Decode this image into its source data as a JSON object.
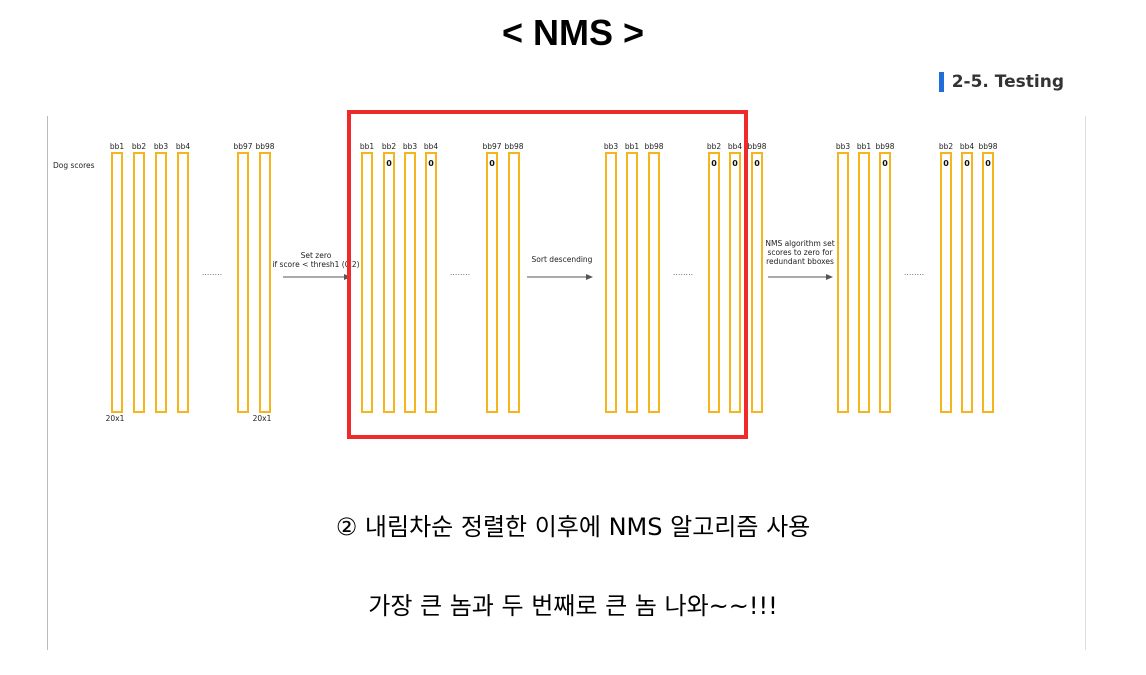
{
  "title": "< NMS >",
  "section": {
    "label": "2-5. Testing"
  },
  "diagram": {
    "row_label": "Dog scores",
    "groups": [
      {
        "labels": [
          "bb1",
          "bb2",
          "bb3",
          "bb4",
          "bb97",
          "bb98"
        ],
        "zeros": [
          false,
          false,
          false,
          false,
          false,
          false
        ],
        "bottom_labels": [
          "20x1",
          "20x1"
        ]
      },
      {
        "labels": [
          "bb1",
          "bb2",
          "bb3",
          "bb4",
          "bb97",
          "bb98"
        ],
        "zeros": [
          false,
          true,
          false,
          true,
          true,
          false
        ]
      },
      {
        "labels": [
          "bb3",
          "bb1",
          "bb98",
          "bb2",
          "bb4",
          "bb98"
        ],
        "zeros": [
          false,
          false,
          false,
          true,
          true,
          true
        ]
      },
      {
        "labels": [
          "bb3",
          "bb1",
          "bb98",
          "bb2",
          "bb4",
          "bb98"
        ],
        "zeros": [
          false,
          false,
          true,
          true,
          true,
          true
        ]
      }
    ],
    "zero_value": "0",
    "ellipsis": "........",
    "arrows": [
      {
        "lines": [
          "Set zero",
          "if score < thresh1 (0.2)"
        ]
      },
      {
        "lines": [
          "Sort descending"
        ]
      },
      {
        "lines": [
          "NMS algorithm set",
          "scores to zero for",
          "redundant bboxes"
        ]
      }
    ],
    "colors": {
      "bar": "#f5b51c",
      "dashed": "#e8383d",
      "highlight": "#ee2a2a"
    }
  },
  "captions": [
    "② 내림차순 정렬한 이후에 NMS 알고리즘 사용",
    "가장 큰 놈과 두 번째로 큰 놈 나와~~!!!"
  ]
}
